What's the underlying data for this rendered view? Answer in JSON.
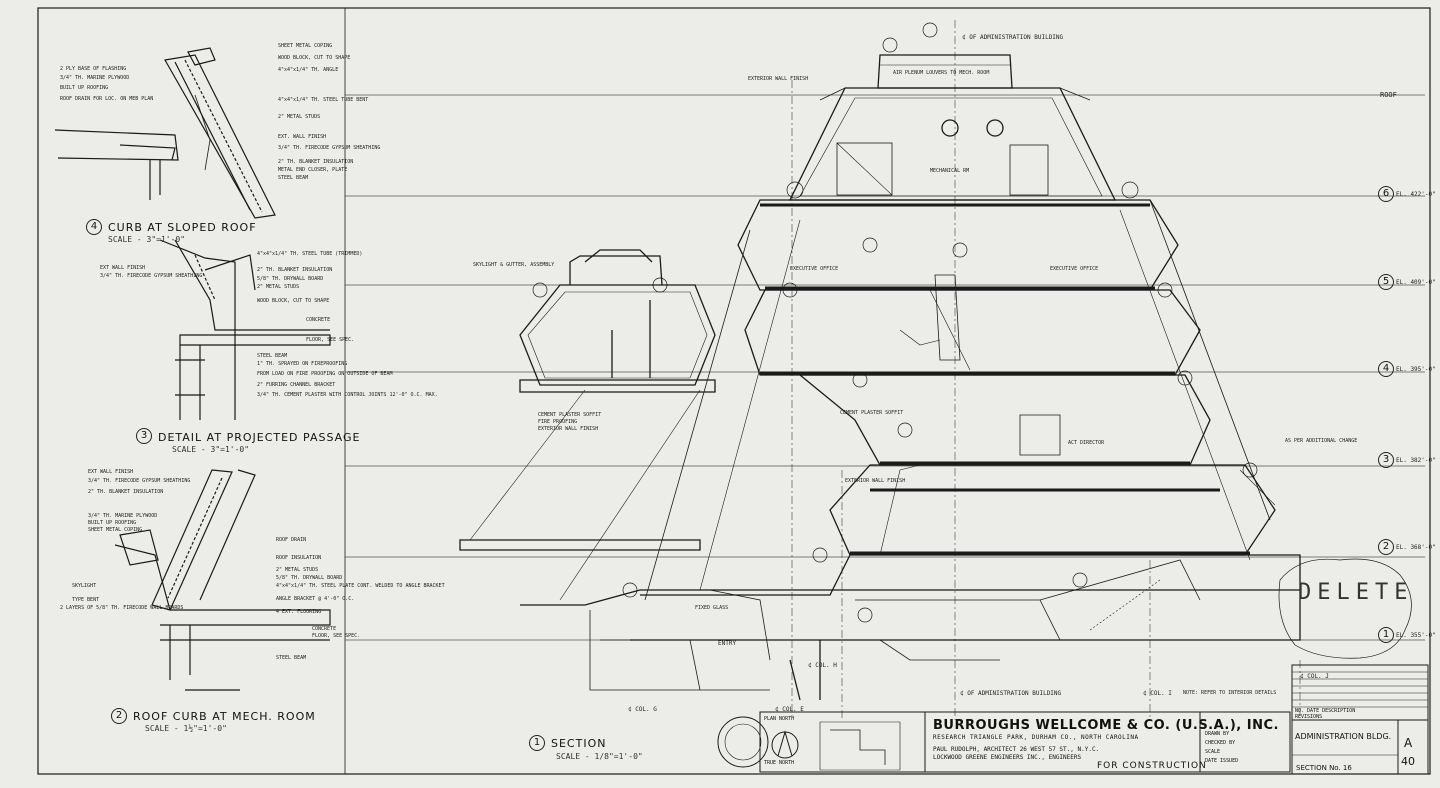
{
  "details": [
    {
      "number": "4",
      "title": "CURB AT SLOPED ROOF",
      "scale": "SCALE - 3\"=1'-0\""
    },
    {
      "number": "3",
      "title": "DETAIL AT PROJECTED PASSAGE",
      "scale": "SCALE - 3\"=1'-0\""
    },
    {
      "number": "2",
      "title": "ROOF CURB AT MECH. ROOM",
      "scale": "SCALE - 1½\"=1'-0\""
    },
    {
      "number": "1",
      "title": "SECTION",
      "scale": "SCALE - 1/8\"=1'-0\""
    }
  ],
  "detail4_notes": {
    "left": [
      "2 PLY BASE OF FLASHING",
      "3/4\" TH. MARINE PLYWOOD",
      "BUILT UP ROOFING",
      "ROOF DRAIN FOR LOC. ON MEB PLAN"
    ],
    "right": [
      "SHEET METAL COPING",
      "WOOD BLOCK, CUT TO SHAPE",
      "4\"x4\"x1/4\" TH. ANGLE",
      "4\"x4\"x1/4\" TH. STEEL TUBE BENT",
      "2\" METAL STUDS",
      "EXT. WALL FINISH",
      "3/4\" TH. FIRECODE GYPSUM SHEATHING",
      "2\" TH. BLANKET INSULATION",
      "METAL END CLOSER, PLATE",
      "STEEL BEAM"
    ]
  },
  "detail3_notes": {
    "left": [
      "EXT WALL FINISH",
      "3/4\" TH. FIRECODE GYPSUM SHEATHING"
    ],
    "right": [
      "4\"x4\"x1/4\" TH. STEEL TUBE (TRIMMED)",
      "2\" TH. BLANKET INSULATION",
      "5/8\" TH. DRYWALL BOARD",
      "2\" METAL STUDS",
      "WOOD BLOCK, CUT TO SHAPE",
      "CONCRETE",
      "FLOOR, SEE SPEC.",
      "STEEL BEAM",
      "1\" TH. SPRAYED ON FIREPROOFING",
      "FROM LOAD ON FIRE PROOFING ON OUTSIDE OF BEAM",
      "2\" FURRING CHANNEL BRACKET",
      "3/4\" TH. CEMENT PLASTER WITH CONTROL JOINTS 12'-0\" O.C. MAX."
    ]
  },
  "detail2_notes": {
    "left": [
      "EXT WALL FINISH",
      "3/4\" TH. FIRECODE GYPSUM SHEATHING",
      "2\" TH. BLANKET INSULATION",
      "3/4\" TH. MARINE PLYWOOD",
      "BUILT UP ROOFING",
      "SHEET METAL COPING",
      "SKYLIGHT",
      "TYPE BENT",
      "2 LAYERS OF 5/8\" TH. FIRECODE WALL BOARDS"
    ],
    "right": [
      "ROOF DRAIN",
      "ROOF INSULATION",
      "2\" METAL STUDS",
      "5/8\" TH. DRYWALL BOARD",
      "4\"x4\"x1/4\" TH. STEEL PLATE CONT. WELDED TO ANGLE BRACKET",
      "ANGLE BRACKET @ 4'-0\" O.C.",
      "4 EXT. FLOORING",
      "CONCRETE",
      "FLOOR, SEE SPEC.",
      "STEEL BEAM"
    ]
  },
  "elevations": [
    {
      "label": "ROOF"
    },
    {
      "level": "6",
      "value": "EL. 422'-0\""
    },
    {
      "level": "5",
      "value": "EL. 409'-0\""
    },
    {
      "level": "4",
      "value": "EL. 395'-0\""
    },
    {
      "level": "3",
      "value": "EL. 382'-0\""
    },
    {
      "level": "2",
      "value": "EL. 368'-0\""
    },
    {
      "level": "1",
      "value": "EL. 355'-0\""
    }
  ],
  "section_notes": [
    "¢ OF ADMINISTRATION BUILDING",
    "EXTERIOR WALL FINISH",
    "AIR PLENUM LOUVERS TO MECH. ROOM",
    "MECHANICAL RM",
    "EXECUTIVE OFFICE",
    "EXECUTIVE OFFICE",
    "SKYLIGHT & GUTTER, ASSEMBLY",
    "CEMENT PLASTER SOFFIT",
    "FIRE PROOFING",
    "EXTERIOR WALL FINISH",
    "CEMENT PLASTER SOFFIT",
    "EXTERIOR WALL FINISH",
    "ACT DIRECTOR",
    "FIXED GLASS",
    "ENTRY",
    "DELETE",
    "AS PER ADDITIONAL CHANGE",
    "NOTE: REFER TO INTERIOR DETAILS",
    "¢ OF ADMINISTRATION BUILDING",
    "¢ COL. E",
    "¢ COL. G",
    "¢ COL. H",
    "¢ COL. I",
    "¢ COL. J"
  ],
  "title_block": {
    "plan_north": "PLAN NORTH",
    "true_north": "TRUE NORTH",
    "company": "BURROUGHS WELLCOME & CO. (U.S.A.), INC.",
    "location": "RESEARCH TRIANGLE PARK, DURHAM CO., NORTH CAROLINA",
    "architect": "PAUL RUDOLPH, ARCHITECT    26 WEST 57 ST., N.Y.C.",
    "engineers": "LOCKWOOD GREENE  ENGINEERS INC., ENGINEERS",
    "status": "FOR CONSTRUCTION",
    "drawn_by": "DRAWN BY",
    "checked_by": "CHECKED BY",
    "scale": "SCALE",
    "date_issued": "DATE ISSUED",
    "revisions_header": "REVISIONS",
    "revisions_sub": "NO. DATE DESCRIPTION",
    "building": "ADMINISTRATION BLDG.",
    "sheet_title": "SECTION No. 16",
    "sheet_letter": "A",
    "sheet_number": "40"
  },
  "colors": {
    "paper": "#ecece8",
    "ink": "#1a1a1a",
    "grid": "#555555"
  }
}
